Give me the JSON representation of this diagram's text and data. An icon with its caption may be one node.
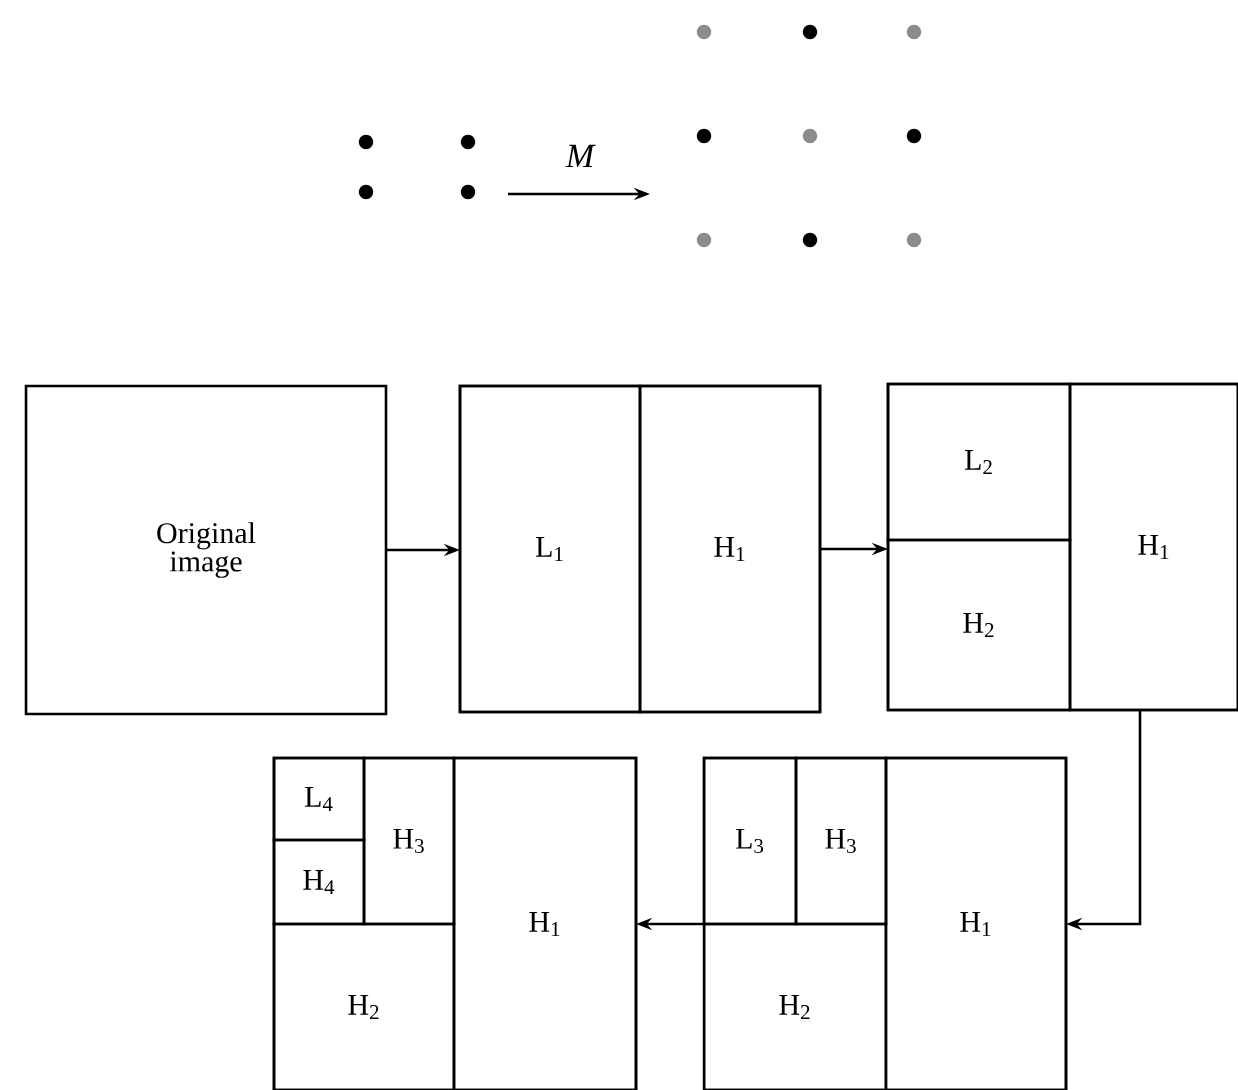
{
  "diagram": {
    "nodes": [
      {
        "text": [],
        "shape": "grid"
      },
      {
        "text": [],
        "shape": "grid"
      },
      {
        "text": [
          "Original image"
        ]
      },
      {
        "text": [],
        "shape": "box"
      },
      {
        "text": [
          "L$_{1}$"
        ],
        "in": 3
      },
      {
        "text": [
          "H$_{1}$"
        ],
        "in": 3
      },
      {
        "text": [],
        "shape": "box"
      },
      {
        "text": [
          "L$_{2}$"
        ],
        "in": 6
      },
      {
        "text": [
          "H$_{2}$"
        ],
        "in": 6
      },
      {
        "text": [
          "H$_{1}$"
        ],
        "in": 6
      },
      {
        "text": [],
        "shape": "box"
      },
      {
        "text": [
          "L$_{3}$"
        ],
        "in": 10
      },
      {
        "text": [
          "H$_{3}$"
        ],
        "in": 10
      },
      {
        "text": [
          "H$_{2}$"
        ],
        "in": 10
      },
      {
        "text": [
          "H$_{1}$"
        ],
        "in": 10
      },
      {
        "text": [],
        "shape": "box"
      },
      {
        "text": [
          "L$_{4}$"
        ],
        "in": 15
      },
      {
        "text": [
          "H$_{4}$"
        ],
        "in": 15
      },
      {
        "text": [
          "H$_{3}$"
        ],
        "in": 15
      },
      {
        "text": [
          "H$_{2}$"
        ],
        "in": 15
      },
      {
        "text": [
          "H$_{1}$"
        ],
        "in": 15
      }
    ],
    "edges": [
      {
        "from": 0,
        "to": 1,
        "arrow": "to",
        "label": "M"
      },
      {
        "from": 2,
        "to": 3,
        "arrow": "to"
      },
      {
        "from": 3,
        "to": 6,
        "arrow": "to"
      },
      {
        "from": 6,
        "to": 10,
        "arrow": "to"
      },
      {
        "from": 10,
        "to": 15,
        "arrow": "to"
      }
    ]
  }
}
